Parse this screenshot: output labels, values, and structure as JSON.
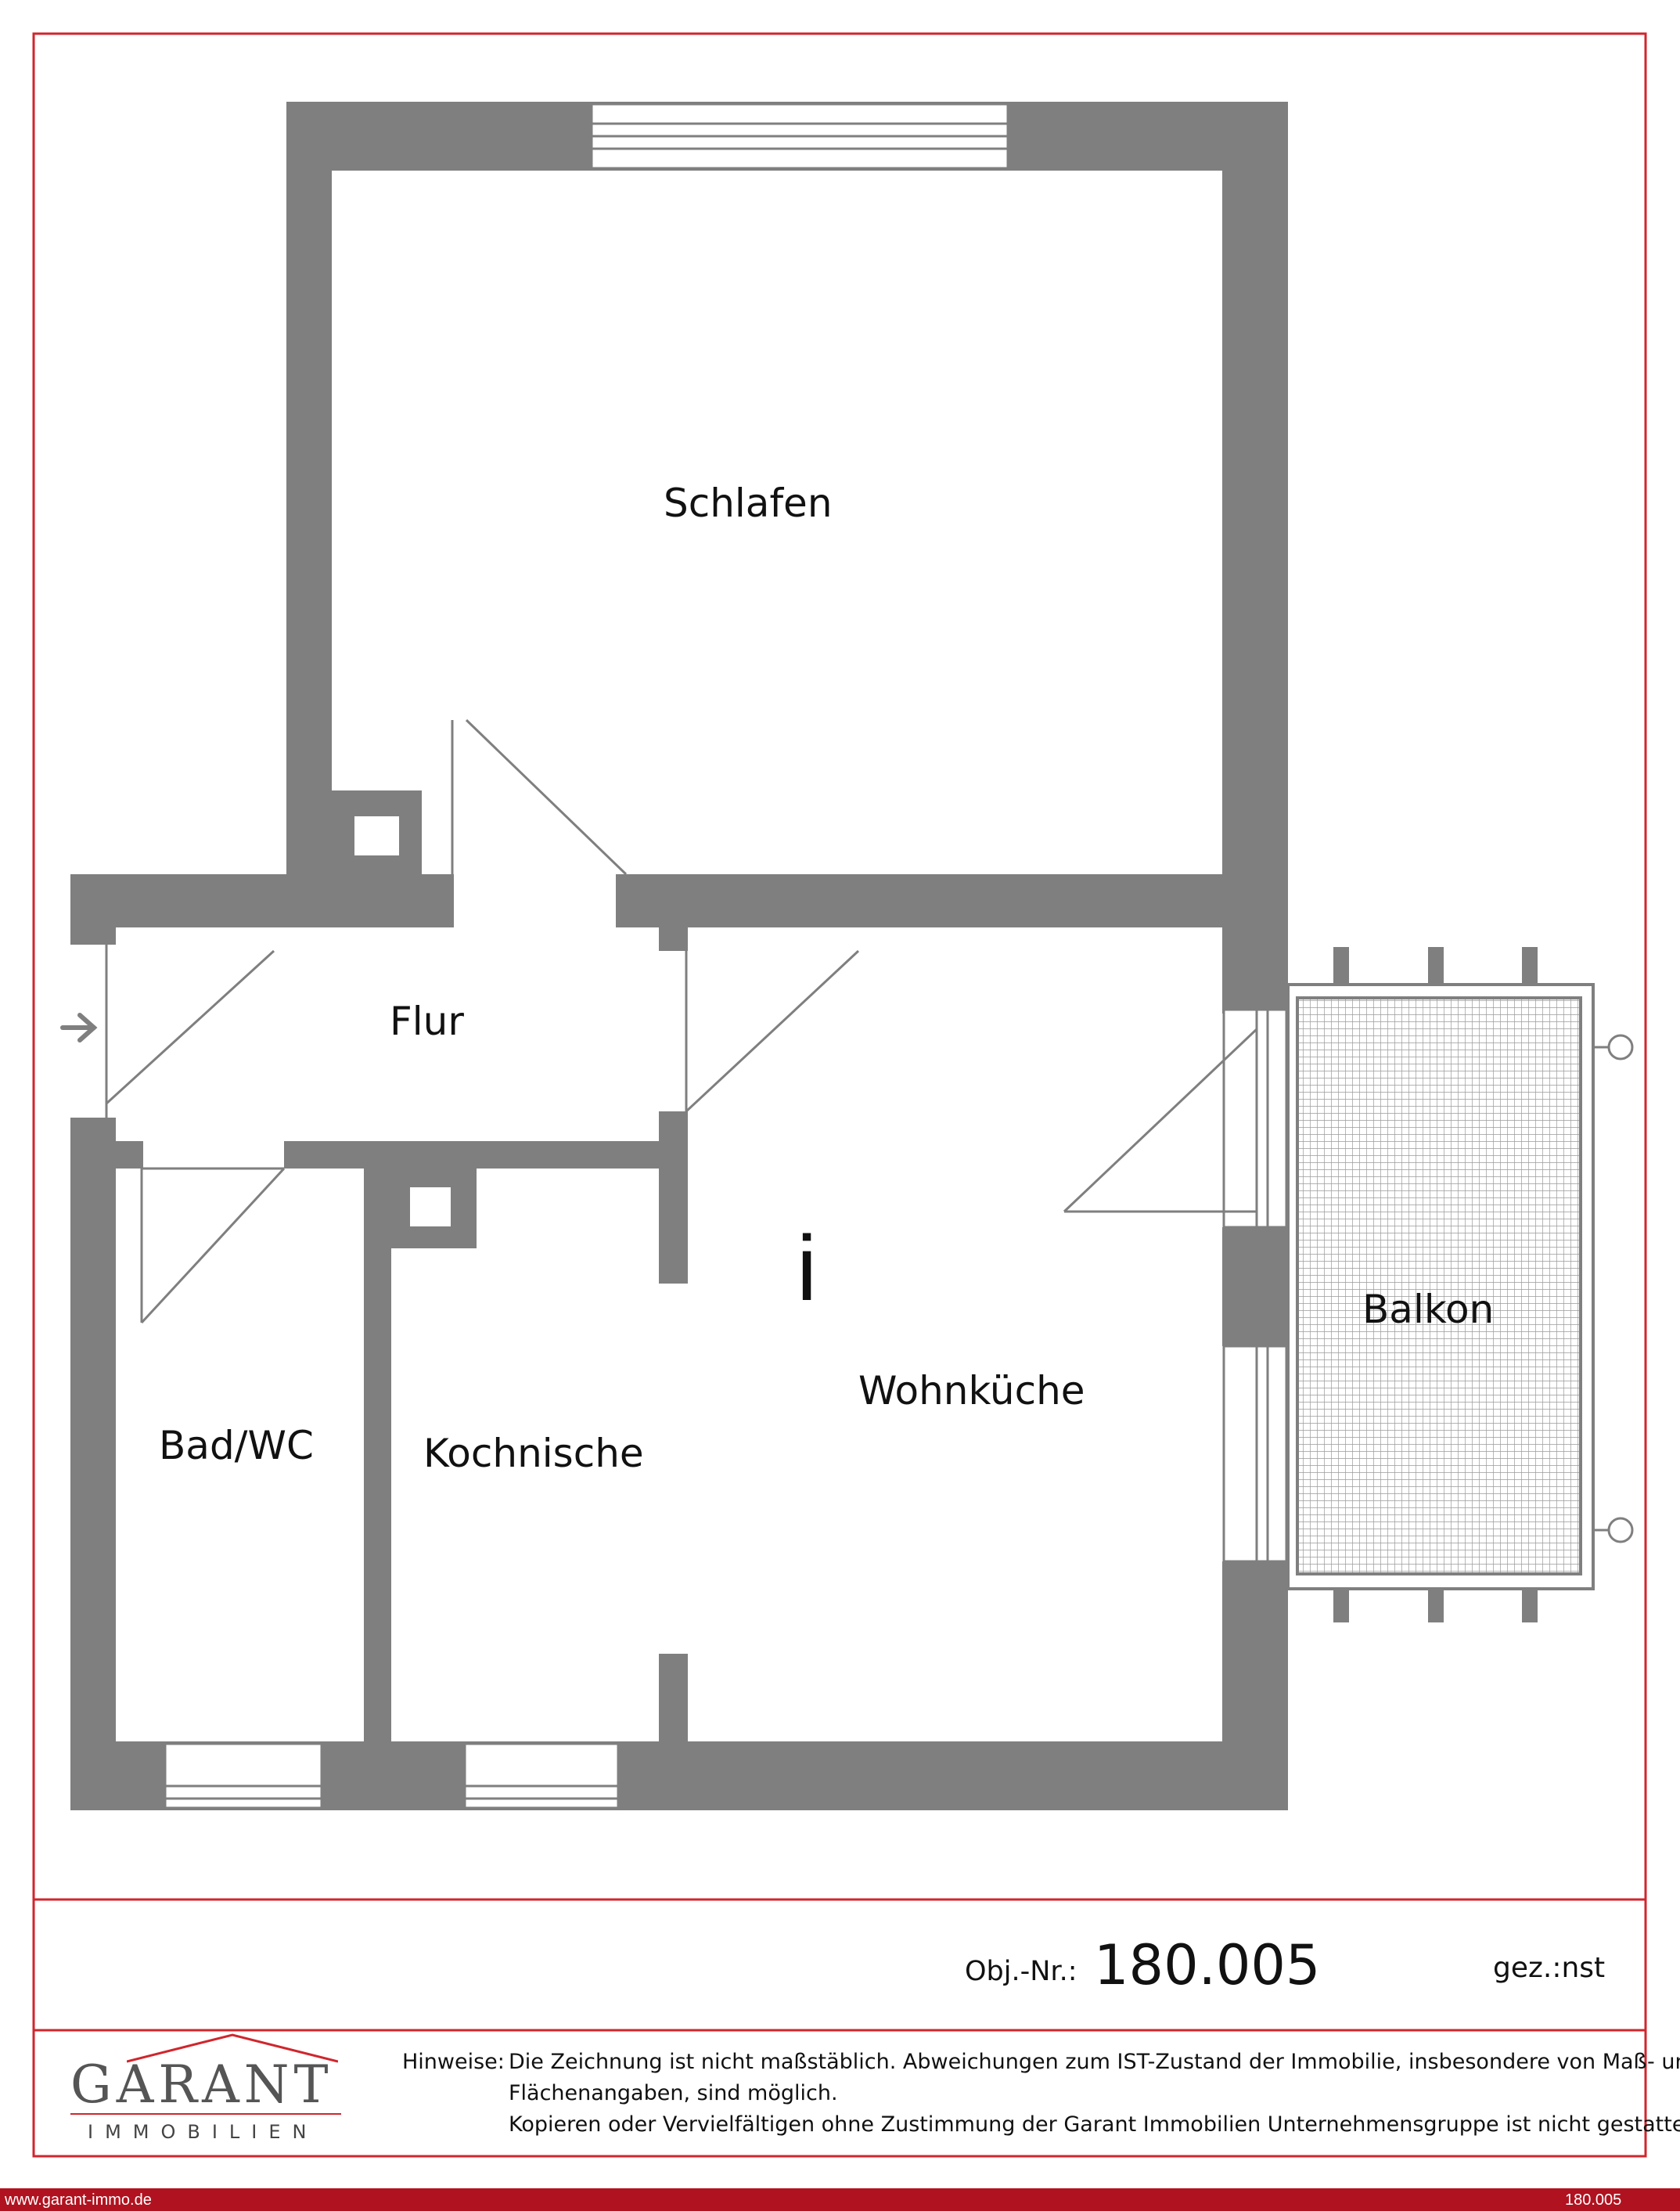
{
  "rooms": {
    "schlafen": "Schlafen",
    "flur": "Flur",
    "bad": "Bad/WC",
    "kochnische": "Kochnische",
    "wohnkueche": "Wohnküche",
    "balkon": "Balkon"
  },
  "plan_mark": "i",
  "title_block": {
    "obj_label": "Obj.-Nr.:",
    "obj_number": "180.005",
    "drawn_by": "gez.:nst"
  },
  "logo": {
    "name": "GARANT",
    "sub": "IMMOBILIEN"
  },
  "notes": {
    "label": "Hinweise:",
    "line1": "Die Zeichnung ist nicht maßstäblich. Abweichungen zum IST-Zustand der Immobilie, insbesondere von Maß- und",
    "line2": "Flächenangaben, sind möglich.",
    "line3": "Kopieren oder Vervielfältigen ohne Zustimmung der Garant Immobilien Unternehmensgruppe ist nicht gestattet!"
  },
  "footer": {
    "url": "www.garant-immo.de",
    "number": "180.005"
  },
  "colors": {
    "wall": "#7f7f7f",
    "frame": "#d0262d",
    "footer_bar": "#b0121f"
  }
}
